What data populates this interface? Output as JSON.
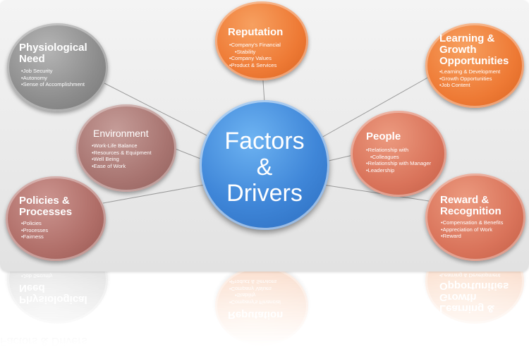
{
  "center": {
    "line1": "Factors",
    "line2": "&",
    "line3": "Drivers"
  },
  "nodes": {
    "reputation": {
      "title": "Reputation",
      "items": [
        "Company's Financial",
        "Stability",
        "Company Values",
        "Product & Services"
      ]
    },
    "physiological": {
      "title_line1": "Physiological",
      "title_line2": "Need",
      "items": [
        "Job Security",
        "Autonomy",
        "Sense of Accomplishment"
      ]
    },
    "learning": {
      "title_line1": "Learning &",
      "title_line2": "Growth",
      "title_line3": "Opportunities",
      "items": [
        "Learning & Development",
        "Growth Opportunities",
        "Job Content"
      ]
    },
    "environment": {
      "title": "Environment",
      "items": [
        "Work-Life Balance",
        "Resources & Equipment",
        "Well Being",
        "Ease of Work"
      ]
    },
    "people": {
      "title": "People",
      "items": [
        "Relationship with",
        "Colleagues",
        "Relationship with Manager",
        "Leadership"
      ]
    },
    "policies": {
      "title_line1": "Policies &",
      "title_line2": "Processes",
      "items": [
        "Policies",
        "Processes",
        "Fairness"
      ]
    },
    "reward": {
      "title_line1": "Reward &",
      "title_line2": "Recognition",
      "items": [
        "Compensation & Benefits",
        "Appreciation of Work",
        "Reward"
      ]
    }
  },
  "colors": {
    "center": "#3f86d8",
    "gray": "#8c8c8c",
    "rose": "#a87470",
    "orange": "#ee7a35",
    "salmon": "#d9735a",
    "link": "#9a9a9a"
  }
}
